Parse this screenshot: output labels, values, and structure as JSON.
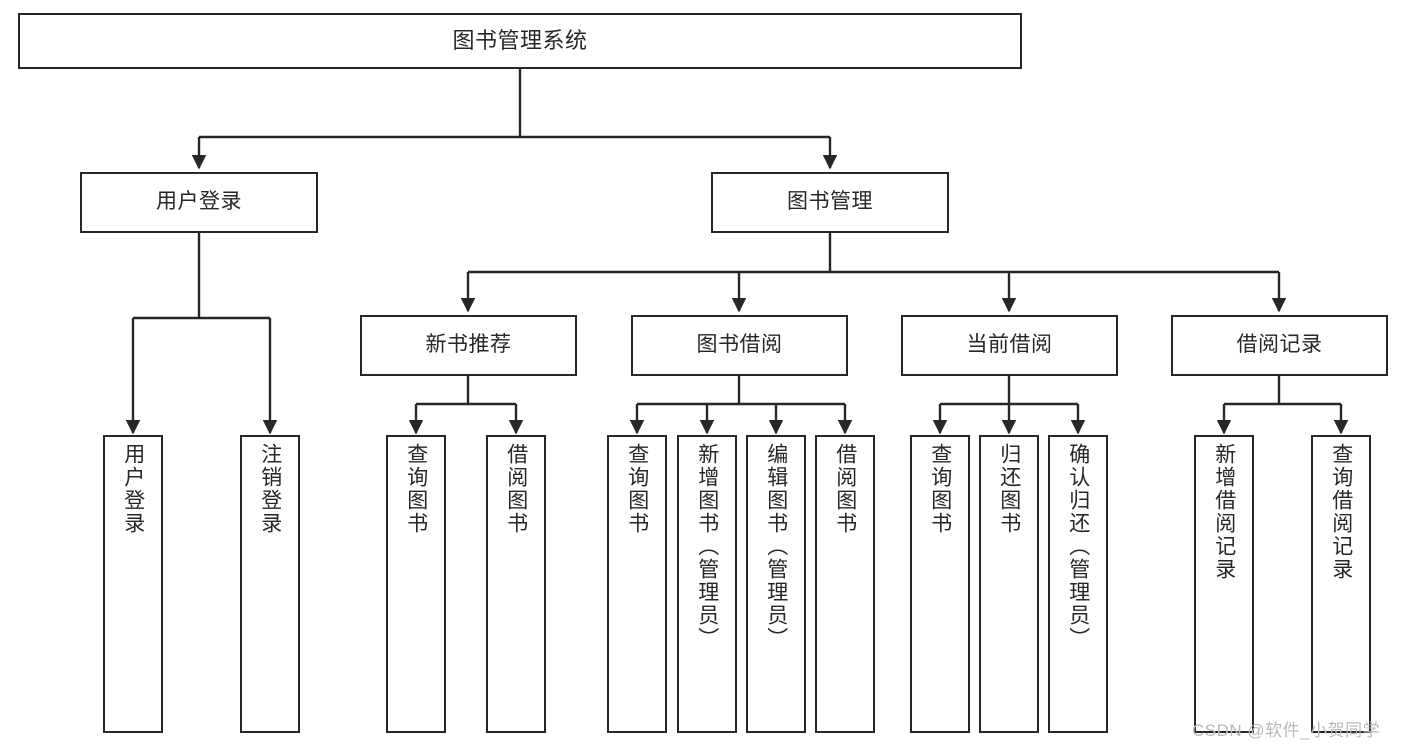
{
  "diagram": {
    "title": "图书管理系统",
    "type": "tree-hierarchy-chart",
    "orientation": "top-down",
    "colors": {
      "stroke": "#26272b",
      "fill": "#ffffff",
      "background": "#ffffff",
      "watermark": "#b9b9b9"
    }
  },
  "root": {
    "label": "图书管理系统"
  },
  "level2": [
    {
      "label": "用户登录"
    },
    {
      "label": "图书管理"
    }
  ],
  "level3": [
    {
      "label": "新书推荐"
    },
    {
      "label": "图书借阅"
    },
    {
      "label": "当前借阅"
    },
    {
      "label": "借阅记录"
    }
  ],
  "leaves": {
    "user_login": [
      {
        "label": "用户登录"
      },
      {
        "label": "注销登录"
      }
    ],
    "new_book_recommend": [
      {
        "label": "查询图书"
      },
      {
        "label": "借阅图书"
      }
    ],
    "book_borrow": [
      {
        "label": "查询图书"
      },
      {
        "label": "新增图书（管理员）"
      },
      {
        "label": "编辑图书（管理员）"
      },
      {
        "label": "借阅图书"
      }
    ],
    "current_borrow": [
      {
        "label": "查询图书"
      },
      {
        "label": "归还图书"
      },
      {
        "label": "确认归还（管理员）"
      }
    ],
    "borrow_record": [
      {
        "label": "新增借阅记录"
      },
      {
        "label": "查询借阅记录"
      }
    ]
  },
  "watermark": {
    "text": "CSDN @软件_小贺同学"
  }
}
